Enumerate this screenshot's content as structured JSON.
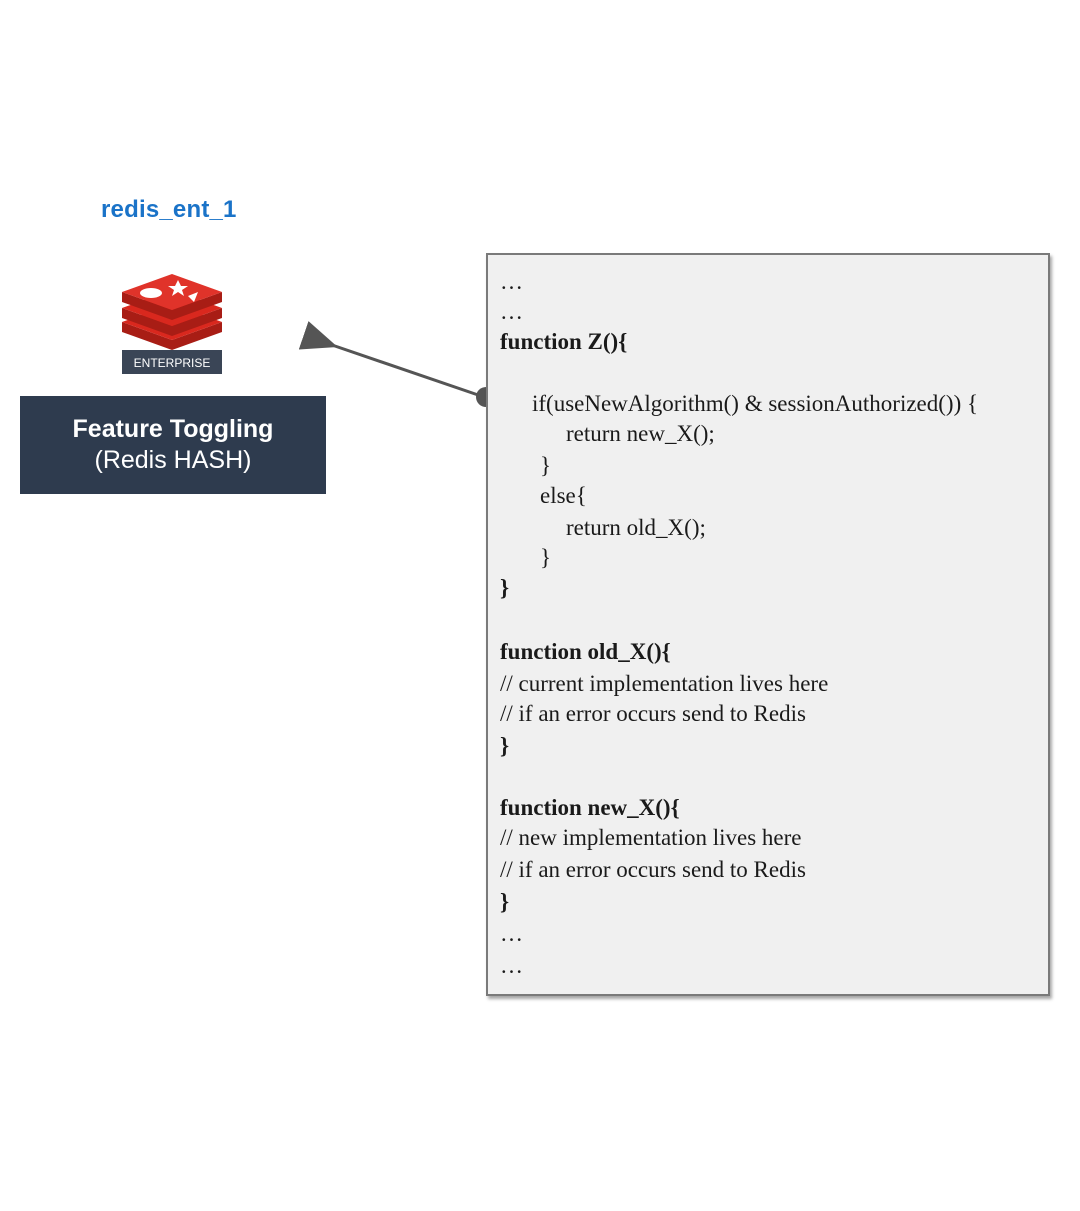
{
  "node": {
    "name": "redis_ent_1",
    "logo_badge": "ENTERPRISE"
  },
  "feature_box": {
    "line1": "Feature Toggling",
    "line2": "(Redis HASH)"
  },
  "code": {
    "lines": [
      {
        "text": "…",
        "indent": 0,
        "bold": false
      },
      {
        "text": "…",
        "indent": 0,
        "bold": false
      },
      {
        "text": "function Z(){",
        "indent": 0,
        "bold": true
      },
      {
        "text": "",
        "indent": 0,
        "bold": false
      },
      {
        "text": "if(useNewAlgorithm() & sessionAuthorized()) {",
        "indent": 1,
        "bold": false
      },
      {
        "text": "return new_X();",
        "indent": 2,
        "bold": false
      },
      {
        "text": "}",
        "indent": 1,
        "bold": false
      },
      {
        "text": "else{",
        "indent": 1,
        "bold": false
      },
      {
        "text": "return old_X();",
        "indent": 2,
        "bold": false
      },
      {
        "text": "}",
        "indent": 1,
        "bold": false
      },
      {
        "text": "}",
        "indent": 0,
        "bold": true
      },
      {
        "text": "",
        "indent": 0,
        "bold": false
      },
      {
        "text": "function old_X(){",
        "indent": 0,
        "bold": true
      },
      {
        "text": "// current implementation lives here",
        "indent": 0,
        "bold": false
      },
      {
        "text": "// if an error occurs send to Redis",
        "indent": 0,
        "bold": false
      },
      {
        "text": "}",
        "indent": 0,
        "bold": true
      },
      {
        "text": "",
        "indent": 0,
        "bold": false
      },
      {
        "text": "function new_X(){",
        "indent": 0,
        "bold": true
      },
      {
        "text": "// new implementation lives here",
        "indent": 0,
        "bold": false
      },
      {
        "text": "// if an error occurs send to Redis",
        "indent": 0,
        "bold": false
      },
      {
        "text": "}",
        "indent": 0,
        "bold": true
      },
      {
        "text": "…",
        "indent": 0,
        "bold": false
      },
      {
        "text": "…",
        "indent": 0,
        "bold": false
      }
    ]
  },
  "colors": {
    "node_label": "#1a73c8",
    "feature_box_bg": "#2e3b4e",
    "redis_red": "#d9281e",
    "panel_bg": "#f0f0f0",
    "connector": "#555555"
  }
}
